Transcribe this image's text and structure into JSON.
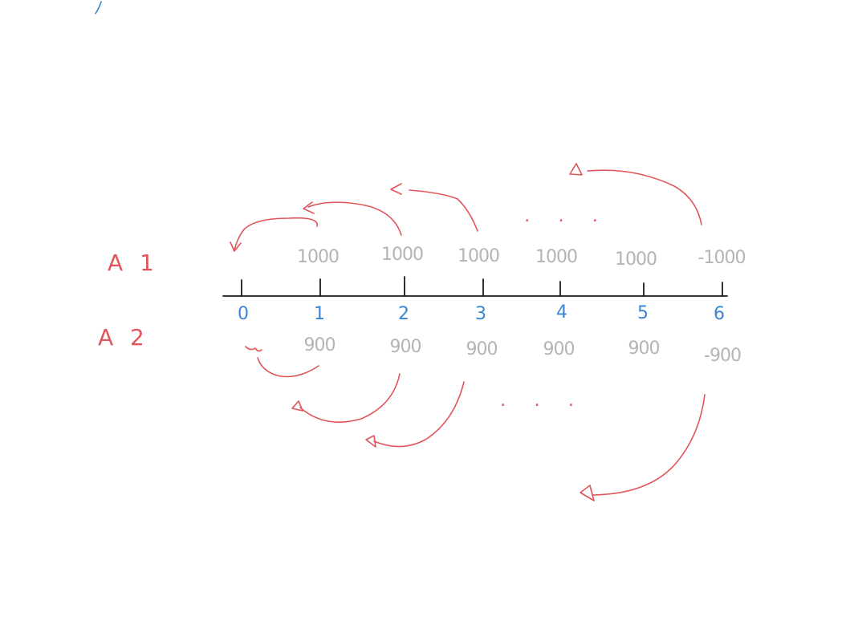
{
  "colors": {
    "red": "#e0545a",
    "gray": "#b4b4b4",
    "blue": "#3a86d4",
    "axis": "#1a1a1a"
  },
  "labels": {
    "top_row": "A 1",
    "bottom_row": "A 2"
  },
  "timeline": {
    "periods": [
      "0",
      "1",
      "2",
      "3",
      "4",
      "5",
      "6"
    ]
  },
  "cash_flows": {
    "top": [
      "",
      "1000",
      "1000",
      "1000",
      "1000",
      "1000",
      "-1000"
    ],
    "bottom": [
      "",
      "900",
      "900",
      "900",
      "900",
      "900",
      "-900"
    ]
  },
  "ellipsis": {
    "top": "․ ․ ․",
    "bottom": "․ ․ ․"
  }
}
